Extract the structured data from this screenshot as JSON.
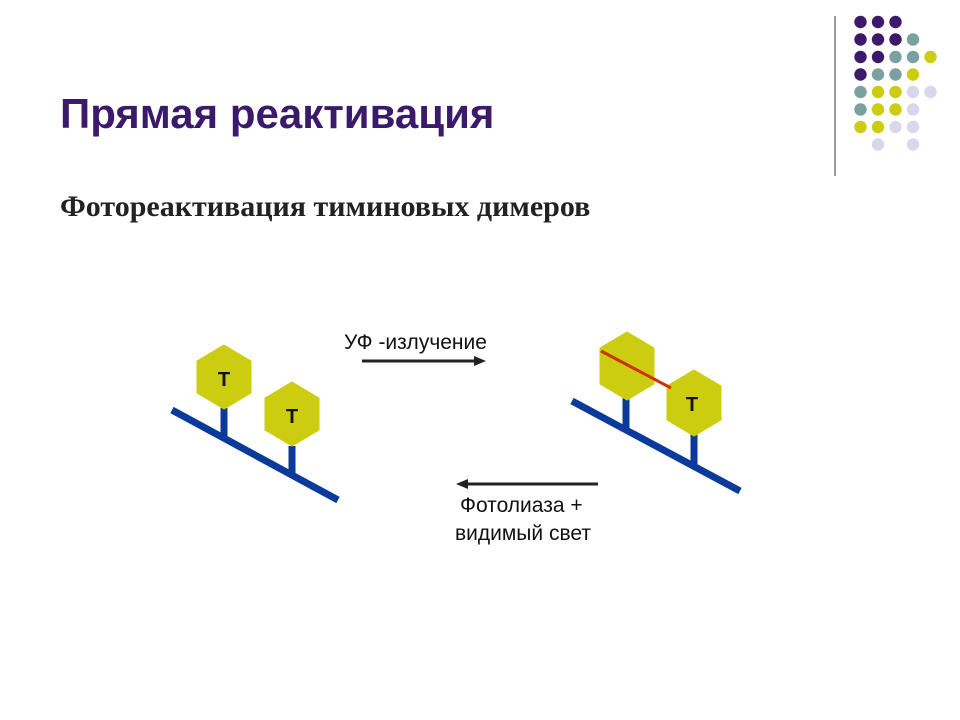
{
  "slide": {
    "title": "Прямая реактивация",
    "subtitle": "Фотореактивация тиминовых димеров"
  },
  "diagram": {
    "forward_label": "УФ -излучение",
    "reverse_label_line1": "Фотолиаза +",
    "reverse_label_line2": "видимый свет",
    "base_letter_1": "T",
    "base_letter_2": "T",
    "base_letter_3": "T"
  },
  "colors": {
    "title": "#3b1a6b",
    "backbone": "#0a3a9a",
    "base_fill": "#cccc10",
    "dimer_bond": "#cc3300",
    "dot_purple": "#3b1a6b",
    "dot_teal": "#7aa0a0",
    "dot_yellow": "#cccc10",
    "dot_lavender": "#d9d8ea"
  }
}
